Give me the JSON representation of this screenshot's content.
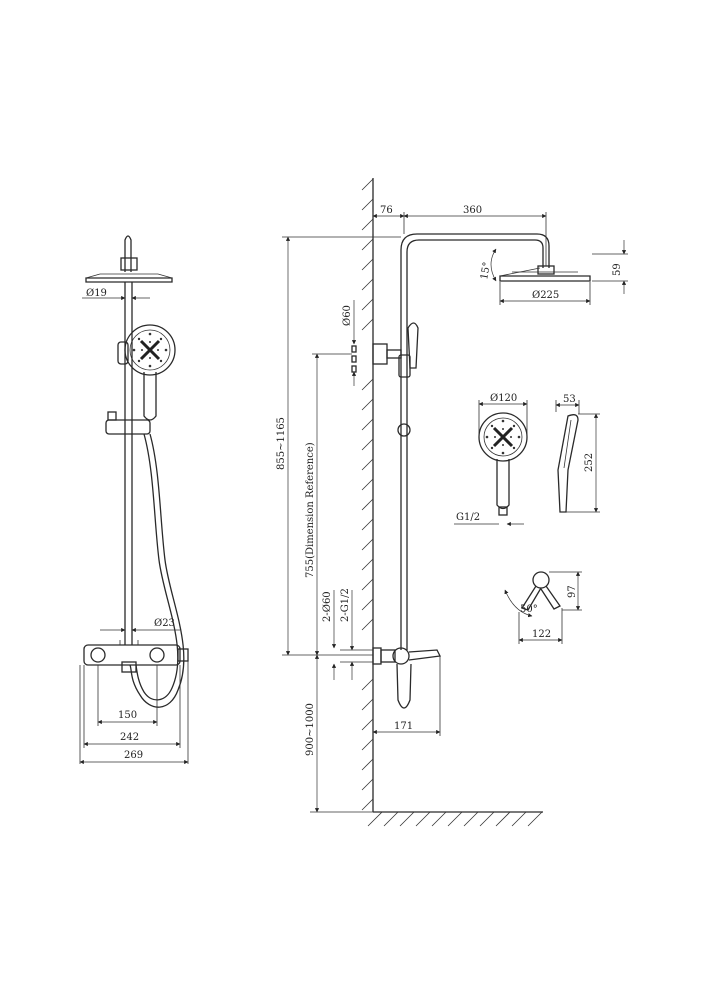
{
  "front_view": {
    "d_pipe": "Ø19",
    "d_rail": "Ø23",
    "w_inlets": "150",
    "w_body": "242",
    "w_total": "269"
  },
  "side_view": {
    "arm_offset": "76",
    "arm_length": "360",
    "tilt": "15°",
    "head_height": "59",
    "head_dia": "Ø225",
    "wall_cover": "Ø60",
    "total_height": "855~1165",
    "ref_height": "755(Dimension Reference)",
    "inlet_covers": "2-Ø60",
    "inlet_threads": "2-G1/2",
    "floor_height": "900~1000",
    "spout_reach": "171"
  },
  "hand_shower": {
    "face_dia": "Ø120",
    "depth": "53",
    "length": "252",
    "thread": "G1/2"
  },
  "handle": {
    "angle": "50°",
    "width": "122",
    "height": "97"
  }
}
